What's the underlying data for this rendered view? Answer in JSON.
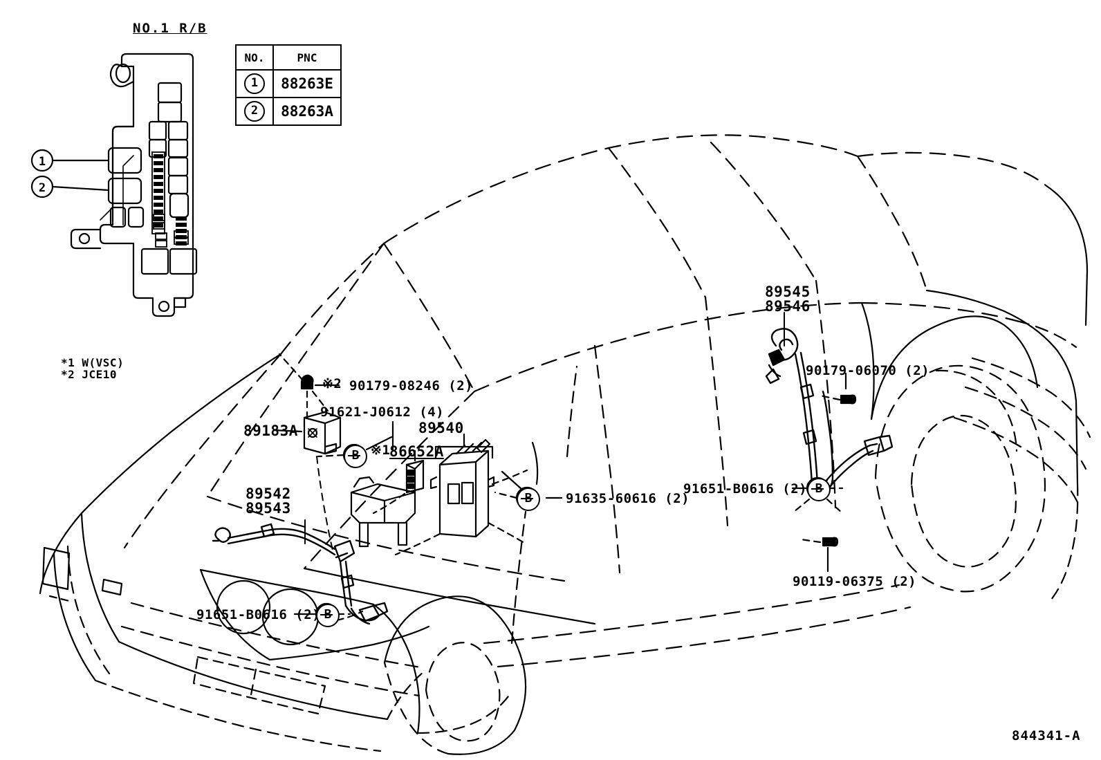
{
  "drawing": {
    "number": "844341-A",
    "section_title": "NO.1 R/B"
  },
  "pnc_table": {
    "headers": [
      "NO.",
      "PNC"
    ],
    "rows": [
      {
        "no": "1",
        "pnc": "88263E"
      },
      {
        "no": "2",
        "pnc": "88263A"
      }
    ]
  },
  "relay_box": {
    "callouts": [
      {
        "num": "1"
      },
      {
        "num": "2"
      }
    ]
  },
  "footnotes": {
    "line1": "*1 W(VSC)",
    "line2": "*2 JCE10"
  },
  "callouts": {
    "bolt_90179_08246": "90179-08246 (2)",
    "bolt_90179_08246_star": "※2",
    "relay_89183A": "89183A",
    "clamp_91621_J0612": "91621-J0612 (4)",
    "connector_86652A": "86652A",
    "connector_86652A_star": "※1",
    "ecu_89540": "89540",
    "sensor_front_89542": "89542",
    "sensor_front_89543": "89543",
    "bolt_91635_60616": "91635-60616 (2)",
    "bolt_91651_B0616_front": "91651-B0616 (2)",
    "sensor_rear_89545": "89545",
    "sensor_rear_89546": "89546",
    "bolt_90179_06070": "90179-06070 (2)",
    "bolt_91651_B0616_rear": "91651-B0616 (2)",
    "bolt_90119_06375": "90119-06375 (2)"
  },
  "markers": {
    "b_label": "B"
  },
  "colors": {
    "line": "#000000",
    "background": "#ffffff"
  }
}
